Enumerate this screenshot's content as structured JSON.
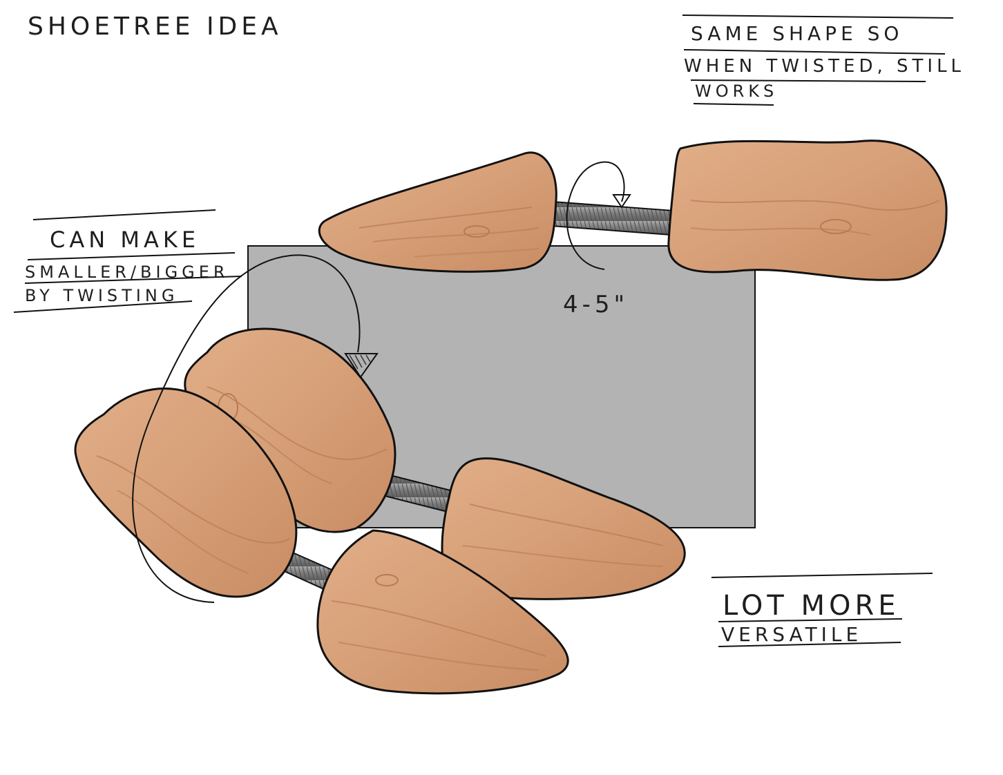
{
  "title": "SHOETREE IDEA",
  "note_top_right": {
    "line1": "SAME SHAPE SO",
    "line2": "WHEN TWISTED, STILL",
    "line3": "WORKS"
  },
  "note_left": {
    "line1": "CAN MAKE",
    "line2": "SMALLER/BIGGER",
    "line3": "BY TWISTING"
  },
  "dimension_label": "4-5\"",
  "note_bottom_right": {
    "line1": "LOT MORE",
    "line2": "VERSATILE"
  },
  "colors": {
    "wood": "#d9a27a",
    "wood_grain": "#b97a52",
    "outline": "#111111",
    "rod": "#8c8c8c",
    "backdrop": "#b3b3b3"
  }
}
